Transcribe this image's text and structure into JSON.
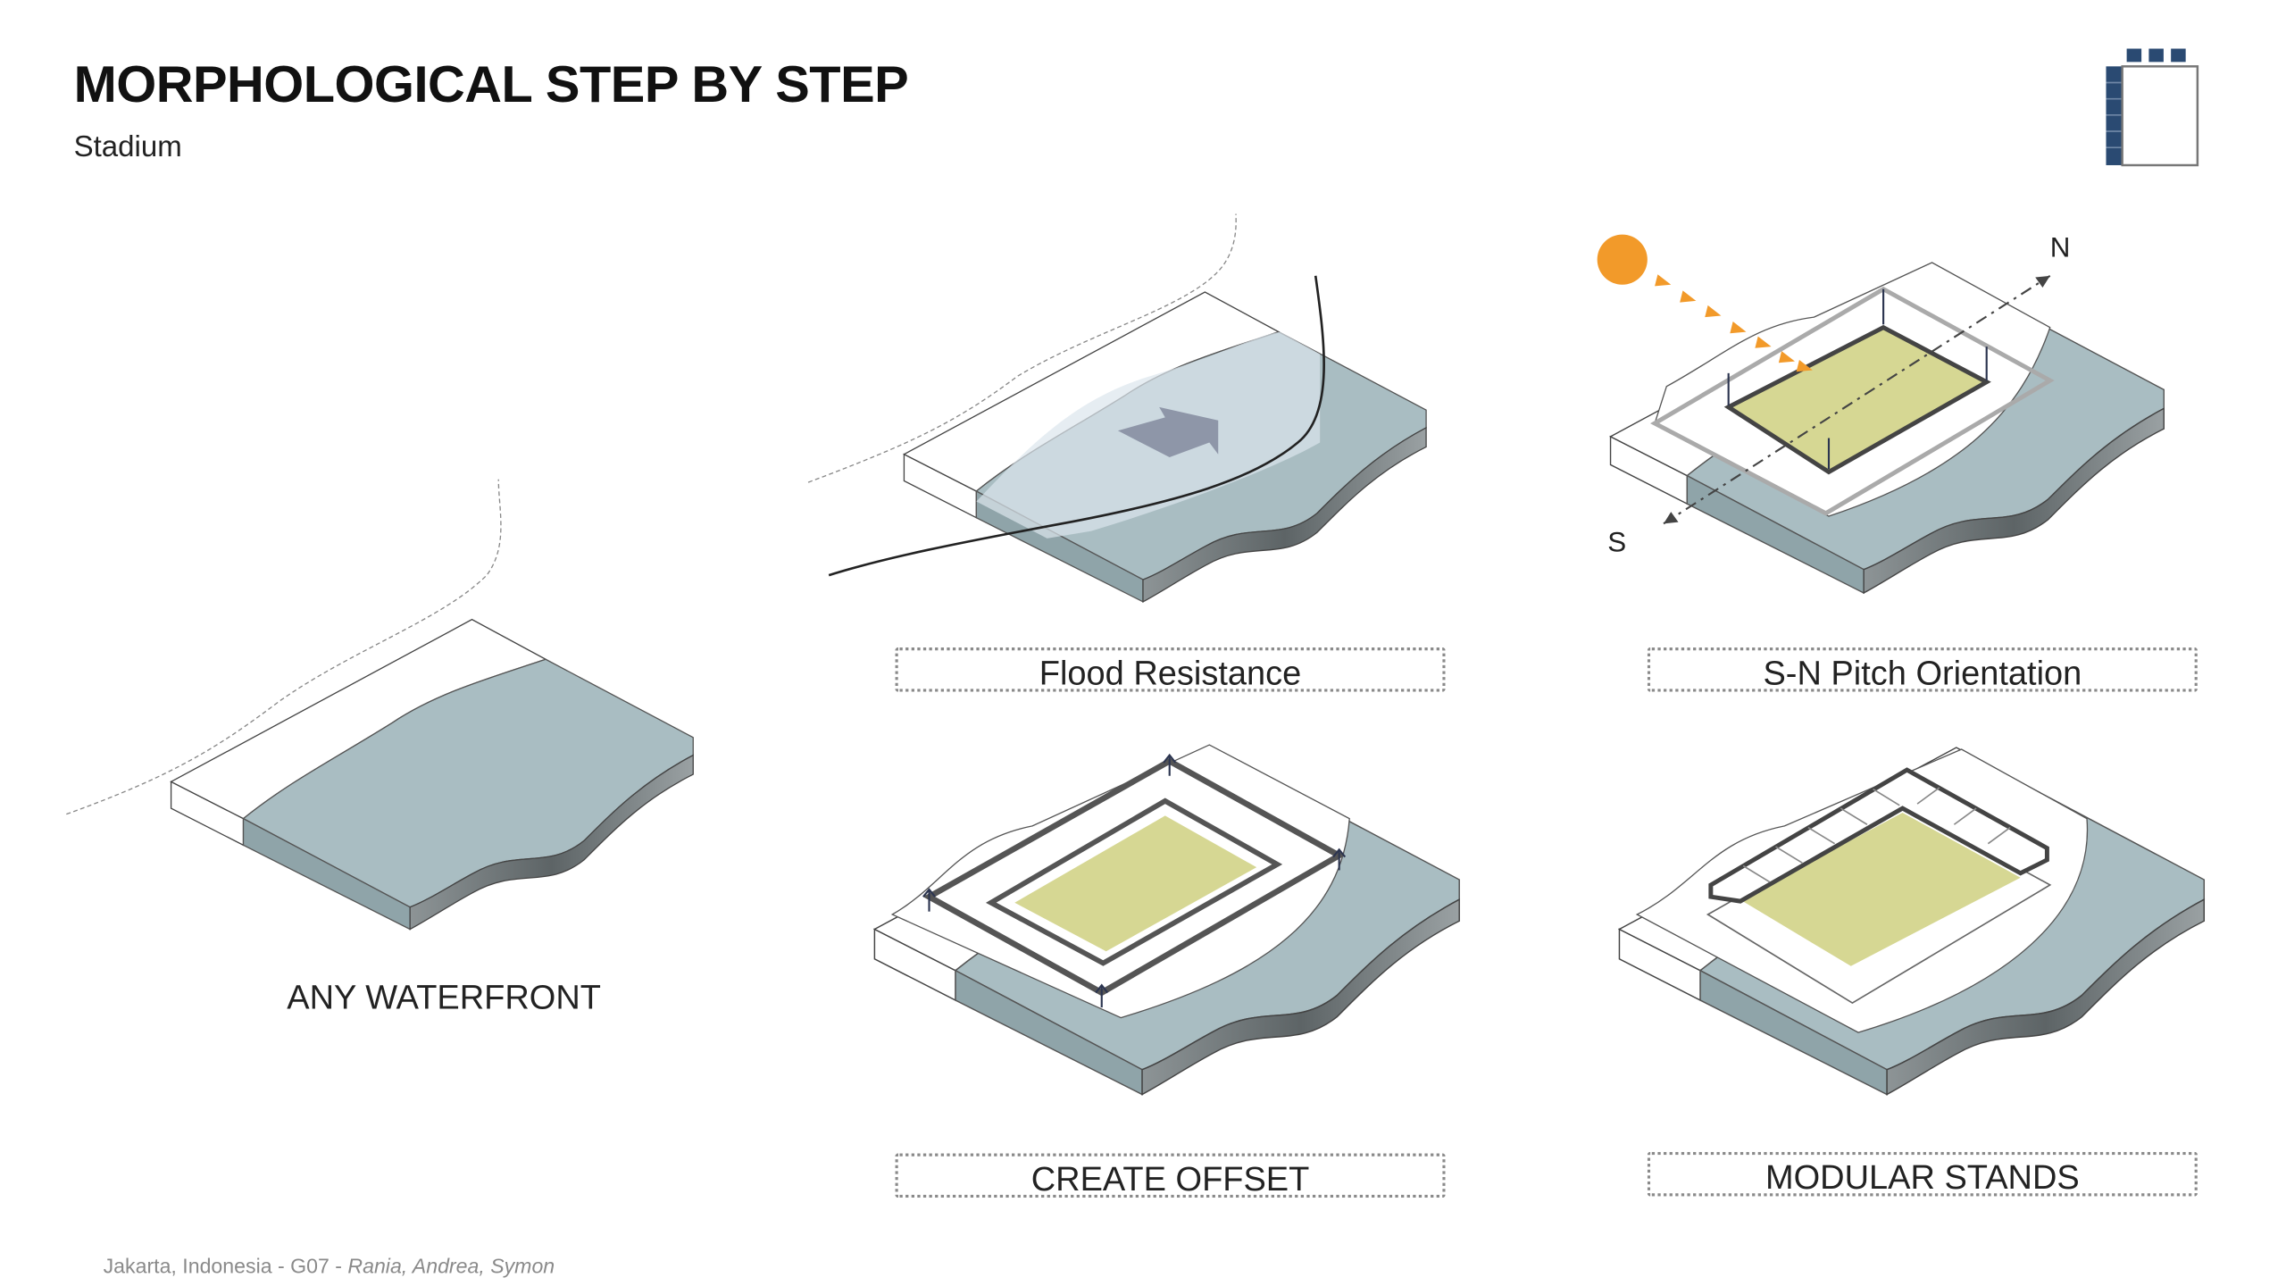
{
  "header": {
    "title": "MORPHOLOGICAL STEP BY STEP",
    "subtitle": "Stadium"
  },
  "steps": [
    {
      "label": "ANY WATERFRONT"
    },
    {
      "label": "Flood Resistance"
    },
    {
      "label": "S-N Pitch Orientation"
    },
    {
      "label": "CREATE OFFSET"
    },
    {
      "label": "MODULAR STANDS"
    }
  ],
  "compass": {
    "north": "N",
    "south": "S"
  },
  "footer": {
    "location": "Jakarta, Indonesia - G07 - ",
    "authors": "Rania, Andrea, Symon"
  },
  "colors": {
    "water": "#a9bdc2",
    "water_side": "#6f7678",
    "pitch": "#d6d793",
    "sun": "#f29a2a",
    "logo": "#2a4a72"
  }
}
